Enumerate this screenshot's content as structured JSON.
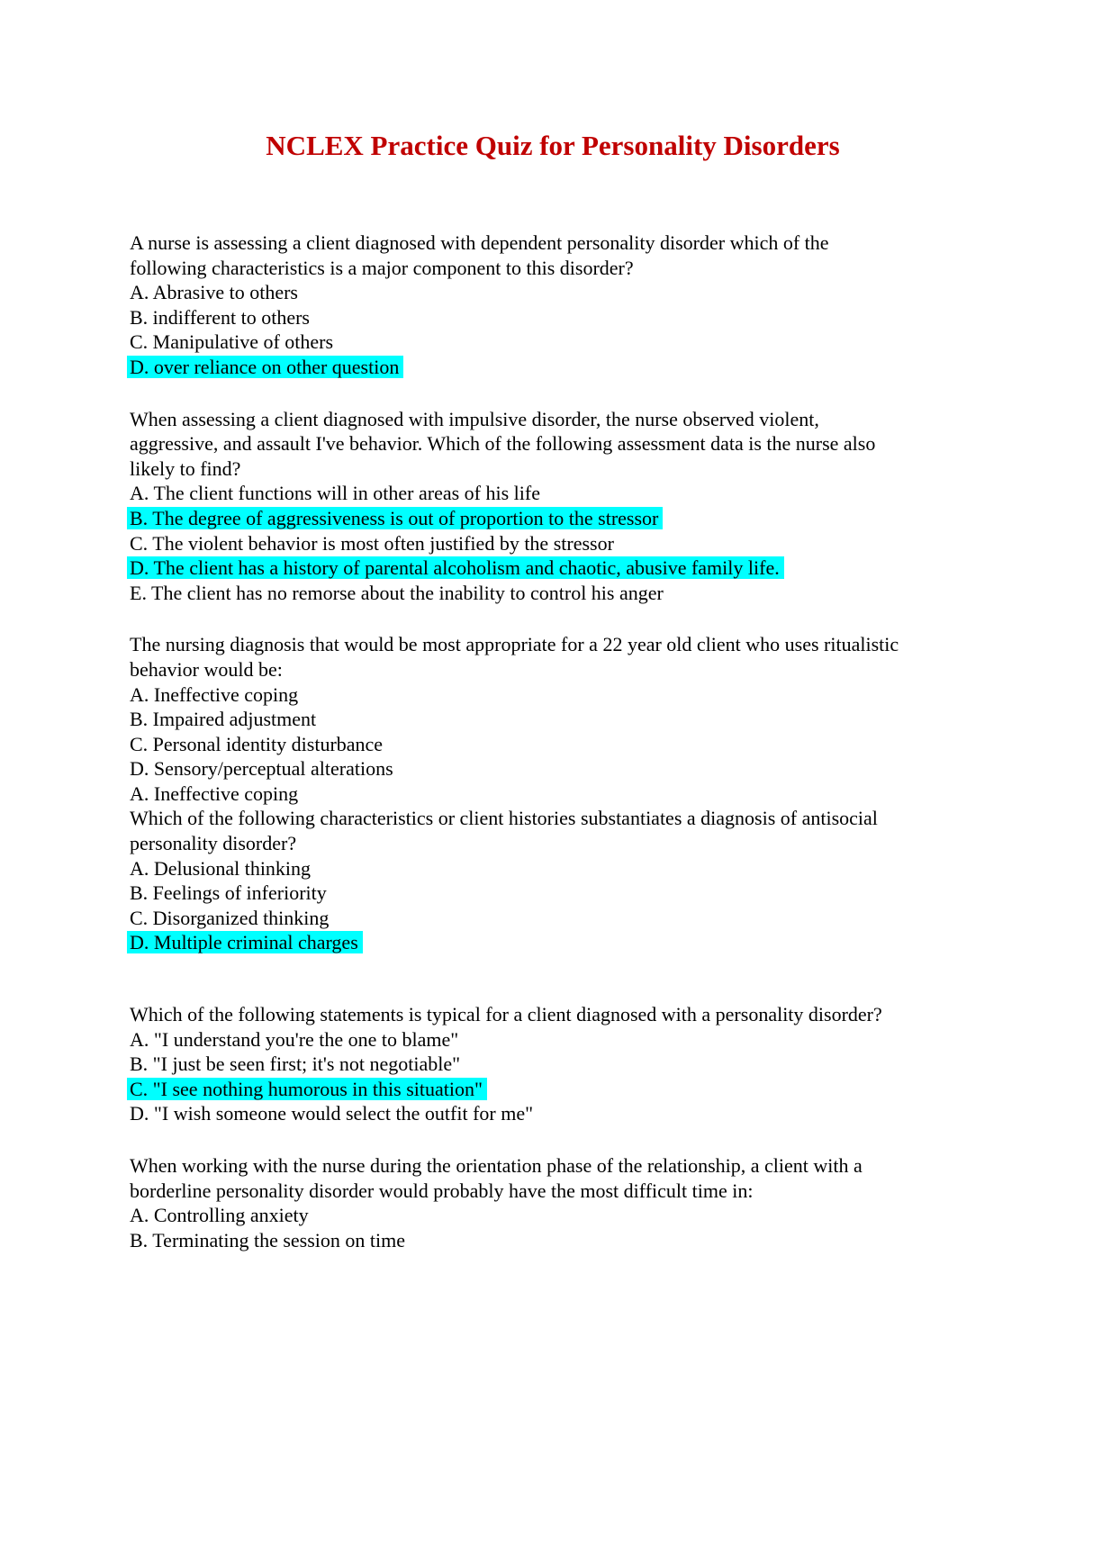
{
  "title": {
    "text": "NCLEX Practice Quiz for Personality Disorders"
  },
  "colors": {
    "title": "#c00000",
    "highlight": "#00ffff",
    "text": "#000000",
    "background": "#ffffff"
  },
  "blocks": [
    {
      "gap": "normal",
      "lines": [
        {
          "text": "A nurse is assessing a client diagnosed with dependent personality disorder which of the",
          "highlight": false
        },
        {
          "text": "following characteristics is a major component to this disorder?",
          "highlight": false
        },
        {
          "text": "A. Abrasive to others",
          "highlight": false
        },
        {
          "text": "B. indifferent to others",
          "highlight": false
        },
        {
          "text": "C. Manipulative of others",
          "highlight": false
        },
        {
          "text": "D. over reliance on other question",
          "highlight": true
        }
      ]
    },
    {
      "gap": "normal",
      "lines": [
        {
          "text": "When assessing a client diagnosed with impulsive disorder, the nurse observed violent,",
          "highlight": false
        },
        {
          "text": "aggressive, and assault I've behavior. Which of the following assessment data is the nurse also",
          "highlight": false
        },
        {
          "text": "likely to find?",
          "highlight": false
        },
        {
          "text": "A. The client functions will in other areas of his life",
          "highlight": false
        },
        {
          "text": "B. The degree of aggressiveness is out of proportion to the stressor",
          "highlight": true
        },
        {
          "text": "C. The violent behavior is most often justified by the stressor",
          "highlight": false
        },
        {
          "text": "D. The client has a history of parental alcoholism and chaotic, abusive family life.",
          "highlight": true
        },
        {
          "text": "E. The client has no remorse about the inability to control his anger",
          "highlight": false
        }
      ]
    },
    {
      "gap": "none",
      "lines": [
        {
          "text": "The nursing diagnosis that would be most appropriate for a 22 year old client who uses ritualistic",
          "highlight": false
        },
        {
          "text": "behavior would be:",
          "highlight": false
        },
        {
          "text": "A. Ineffective coping",
          "highlight": false
        },
        {
          "text": "B. Impaired adjustment",
          "highlight": false
        },
        {
          "text": "C. Personal identity disturbance",
          "highlight": false
        },
        {
          "text": "D. Sensory/perceptual alterations",
          "highlight": false
        },
        {
          "text": "A. Ineffective coping",
          "highlight": false
        }
      ]
    },
    {
      "gap": "large",
      "lines": [
        {
          "text": "Which of the following characteristics or client histories substantiates a diagnosis of antisocial",
          "highlight": false
        },
        {
          "text": "personality disorder?",
          "highlight": false
        },
        {
          "text": "A. Delusional thinking",
          "highlight": false
        },
        {
          "text": "B. Feelings of inferiority",
          "highlight": false
        },
        {
          "text": "C. Disorganized thinking",
          "highlight": false
        },
        {
          "text": "D. Multiple criminal charges",
          "highlight": true
        }
      ]
    },
    {
      "gap": "normal",
      "lines": [
        {
          "text": "Which of the following statements is typical for a client diagnosed with a personality disorder?",
          "highlight": false
        },
        {
          "text": "A. \"I understand you're the one to blame\"",
          "highlight": false
        },
        {
          "text": "B. \"I just be seen first; it's not negotiable\"",
          "highlight": false
        },
        {
          "text": "C. \"I see nothing humorous in this situation\"",
          "highlight": true
        },
        {
          "text": "D. \"I wish someone would select the outfit for me\"",
          "highlight": false
        }
      ]
    },
    {
      "gap": "normal",
      "lines": [
        {
          "text": "When working with the nurse during the orientation phase of the relationship, a client with a",
          "highlight": false
        },
        {
          "text": "borderline personality disorder would probably have the most difficult time in:",
          "highlight": false
        },
        {
          "text": "A. Controlling anxiety",
          "highlight": false
        },
        {
          "text": "B. Terminating the session on time",
          "highlight": false
        }
      ]
    }
  ]
}
